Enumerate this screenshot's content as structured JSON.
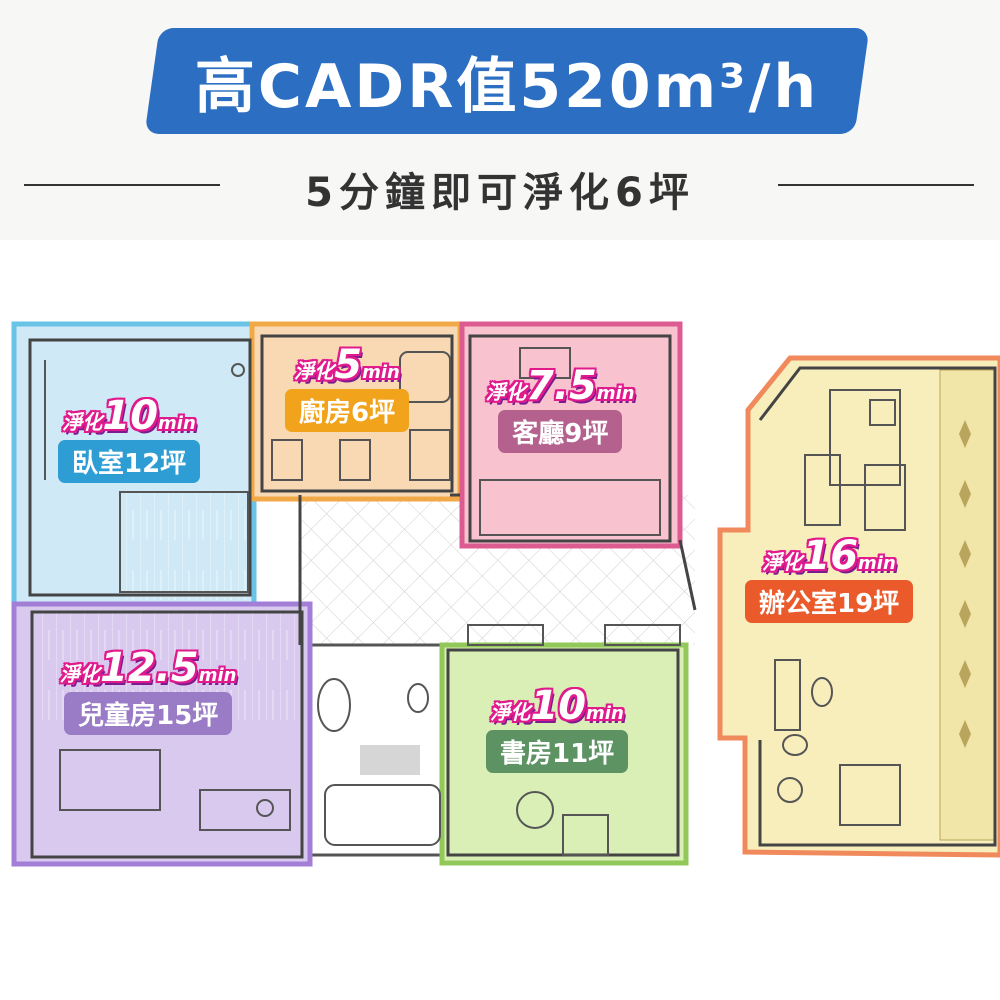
{
  "header": {
    "title": "高CADR值520m³/h",
    "subtitle": "5分鐘即可淨化6坪"
  },
  "rooms": [
    {
      "id": "bedroom",
      "prefix": "淨化",
      "number": "10",
      "unit": "min",
      "name": "臥室12坪",
      "fill": "#cfeaf6",
      "stroke": "#68c3e6",
      "tag_color": "#2e9dd3"
    },
    {
      "id": "kitchen",
      "prefix": "淨化",
      "number": "5",
      "unit": "min",
      "name": "廚房6坪",
      "fill": "#f8d9b3",
      "stroke": "#f1a948",
      "tag_color": "#f2a31c"
    },
    {
      "id": "living",
      "prefix": "淨化",
      "number": "7.5",
      "unit": "min",
      "name": "客廳9坪",
      "fill": "#f8c2cf",
      "stroke": "#dc5b91",
      "tag_color": "#b4628d"
    },
    {
      "id": "kids",
      "prefix": "淨化",
      "number": "12.5",
      "unit": "min",
      "name": "兒童房15坪",
      "fill": "#d9c9ee",
      "stroke": "#a37ed6",
      "tag_color": "#9a7bc6"
    },
    {
      "id": "study",
      "prefix": "淨化",
      "number": "10",
      "unit": "min",
      "name": "書房11坪",
      "fill": "#d9efb5",
      "stroke": "#92c85a",
      "tag_color": "#5d9262"
    },
    {
      "id": "office",
      "prefix": "淨化",
      "number": "16",
      "unit": "min",
      "name": "辦公室19坪",
      "fill": "#f8eebc",
      "stroke": "#f08a5d",
      "tag_color": "#ea5a2a"
    }
  ]
}
